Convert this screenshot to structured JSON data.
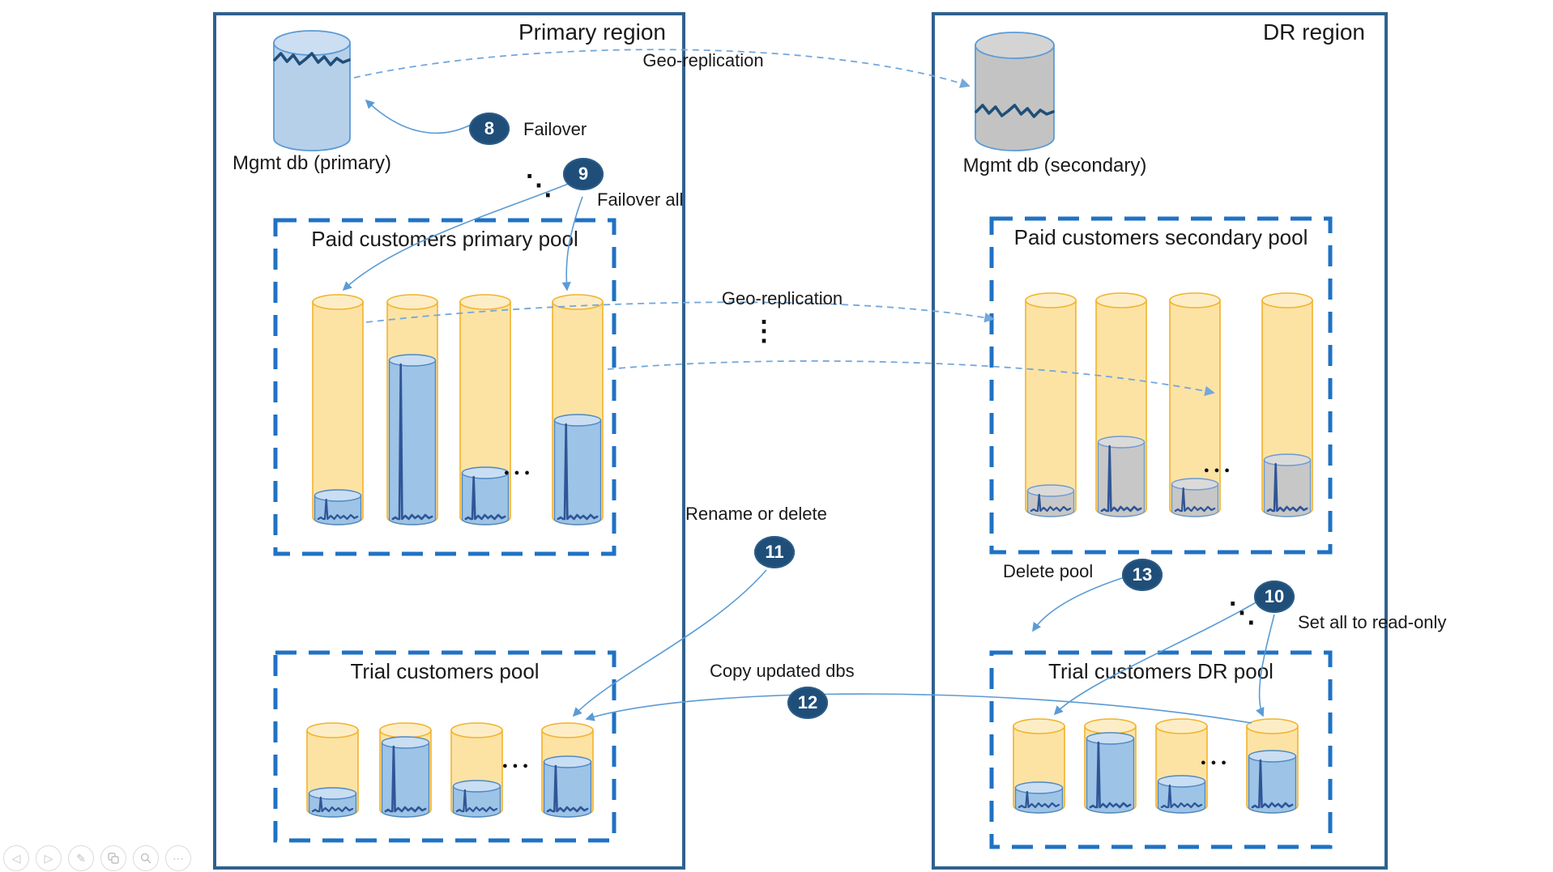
{
  "regions": {
    "primary": {
      "title": "Primary region"
    },
    "dr": {
      "title": "DR region"
    }
  },
  "databases": {
    "primary": {
      "label": "Mgmt db (primary)"
    },
    "secondary": {
      "label": "Mgmt db (secondary)"
    }
  },
  "pools": {
    "paid_primary": {
      "title": "Paid customers primary pool",
      "fill_style": "blue",
      "fills_pct": [
        15,
        74,
        25,
        48
      ]
    },
    "paid_secondary": {
      "title": "Paid customers secondary pool",
      "fill_style": "gray",
      "fills_pct": [
        14,
        36,
        17,
        28
      ]
    },
    "trial_primary": {
      "title": "Trial customers pool",
      "fill_style": "blue",
      "fills_pct": [
        31,
        85,
        39,
        65
      ]
    },
    "trial_dr": {
      "title": "Trial customers DR pool",
      "fill_style": "blue",
      "fills_pct": [
        33,
        85,
        40,
        66
      ]
    }
  },
  "annotations": {
    "a8": {
      "num": "8",
      "label": "Failover"
    },
    "a9": {
      "num": "9",
      "label": "Failover all"
    },
    "a10": {
      "num": "10",
      "label": "Set all to read-only"
    },
    "a11": {
      "num": "11",
      "label": "Rename or delete"
    },
    "a12": {
      "num": "12",
      "label": "Copy updated dbs"
    },
    "a13": {
      "num": "13",
      "label": "Delete pool"
    }
  },
  "arrow_labels": {
    "geo_top": "Geo-replication",
    "geo_mid": "Geo-replication"
  },
  "dots": {
    "h": "●●●",
    "v": "⋮",
    "d": "⋱"
  },
  "colors": {
    "region_border": "#30618E",
    "pool_border": "#1F72C4",
    "badge": "#1F4E79",
    "cylinder_yellow": "#FCE3A4",
    "fill_blue": "#9DC3E6",
    "fill_gray": "#C7C7C7",
    "waveform": "#2F5597",
    "arrow": "#5B9BD5"
  },
  "controls": {
    "previous": "previous-slide",
    "next": "next-slide",
    "pen": "pen-tools",
    "navigator": "see-all-slides",
    "zoom": "zoom-slide",
    "more": "more-options"
  }
}
